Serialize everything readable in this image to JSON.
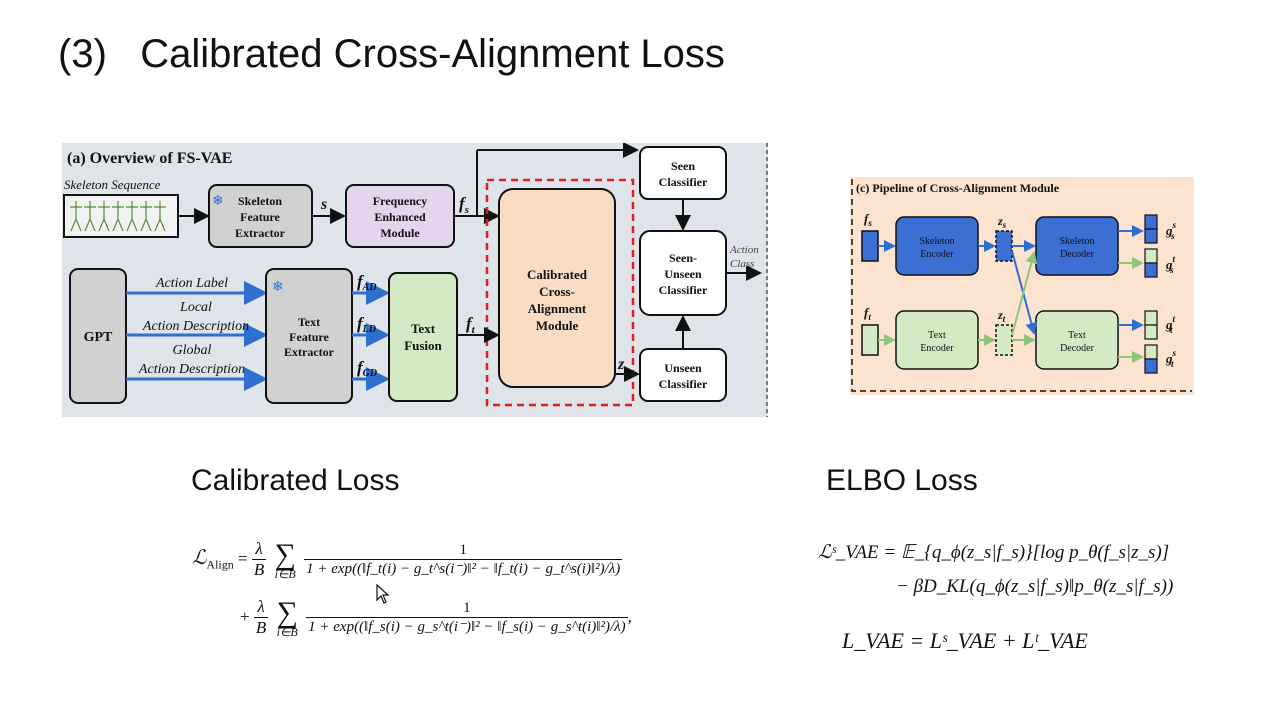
{
  "slide": {
    "title": "(3)   Calibrated Cross-Alignment Loss"
  },
  "figure_a": {
    "caption": "(a) Overview of FS-VAE",
    "skeleton_sequence": "Skeleton Sequence",
    "skeleton_extractor": [
      "Skeleton",
      "Feature",
      "Extractor"
    ],
    "s_label": "s",
    "frequency_module": [
      "Frequency",
      "Enhanced",
      "Module"
    ],
    "fs_label": "f",
    "fs_sub": "s",
    "calibrated_module": [
      "Calibrated",
      "Cross-",
      "Alignment",
      "Module"
    ],
    "seen_classifier": [
      "Seen",
      "Classifier"
    ],
    "seen_unseen_classifier": [
      "Seen-",
      "Unseen",
      "Classifier"
    ],
    "unseen_classifier": [
      "Unseen",
      "Classifier"
    ],
    "action_class": [
      "Action",
      "Class"
    ],
    "gpt": "GPT",
    "action_label": "Action Label",
    "local_desc": [
      "Local",
      "Action Description"
    ],
    "global_desc": [
      "Global",
      "Action Description"
    ],
    "text_extractor": [
      "Text",
      "Feature",
      "Extractor"
    ],
    "fad": "f",
    "fad_sub": "AD",
    "fld": "f",
    "fld_sub": "LD",
    "fgd": "f",
    "fgd_sub": "GD",
    "text_fusion": [
      "Text",
      "Fusion"
    ],
    "ft_label": "f",
    "ft_sub": "t",
    "zs_label": "z",
    "zs_sub": "s",
    "colors": {
      "background": "#dfe3ea",
      "skeleton_box": "#d1d1d1",
      "frequency_box": "#e6d3ee",
      "text_fusion_box": "#d3eac4",
      "calibrated_box": "#f8dcc4",
      "dashed_red": "#e02020",
      "arrow_blue": "#2f6fd0"
    }
  },
  "figure_c": {
    "caption": "(c) Pipeline of Cross-Alignment Module",
    "fs": "f",
    "fs_sub": "s",
    "ft": "f",
    "ft_sub": "t",
    "zs": "z",
    "zs_sub": "s",
    "zt": "z",
    "zt_sub": "t",
    "skeleton_encoder": [
      "Skeleton",
      "Encoder"
    ],
    "skeleton_decoder": [
      "Skeleton",
      "Decoder"
    ],
    "text_encoder": [
      "Text",
      "Encoder"
    ],
    "text_decoder": [
      "Text",
      "Decoder"
    ],
    "outputs": [
      {
        "base": "g",
        "sup": "s",
        "sub": "s"
      },
      {
        "base": "g",
        "sup": "t",
        "sub": "s"
      },
      {
        "base": "g",
        "sup": "t",
        "sub": "t"
      },
      {
        "base": "g",
        "sup": "s",
        "sub": "t"
      }
    ],
    "colors": {
      "background": "#fbe3cf",
      "blue_box": "#3b6fd3",
      "green_box": "#d3eac4"
    }
  },
  "calibrated_loss": {
    "heading": "Calibrated Loss",
    "lhs": "ℒ",
    "lhs_sub": "Align",
    "line1_prefix": "=",
    "coef_num": "λ",
    "coef_den": "B",
    "sum_sub": "i∈B",
    "frac_num": "1",
    "line1_den": "1 + exp((‖f_t(i) − g_t^s(i⁻)‖² − ‖f_t(i) − g_t^s(i)‖²)/λ)",
    "line2_prefix": "+",
    "line2_den": "1 + exp((‖f_s(i) − g_s^t(i⁻)‖² − ‖f_s(i) − g_s^t(i)‖²)/λ)",
    "line2_suffix": ","
  },
  "elbo_loss": {
    "heading": "ELBO Loss",
    "line1": "ℒˢ_VAE = 𝔼_{q_ϕ(z_s|f_s)}[log p_θ(f_s|z_s)]",
    "line2": "− βD_KL(q_ϕ(z_s|f_s)‖p_θ(z_s|f_s))",
    "line3": "L_VAE = Lˢ_VAE + Lᵗ_VAE"
  }
}
